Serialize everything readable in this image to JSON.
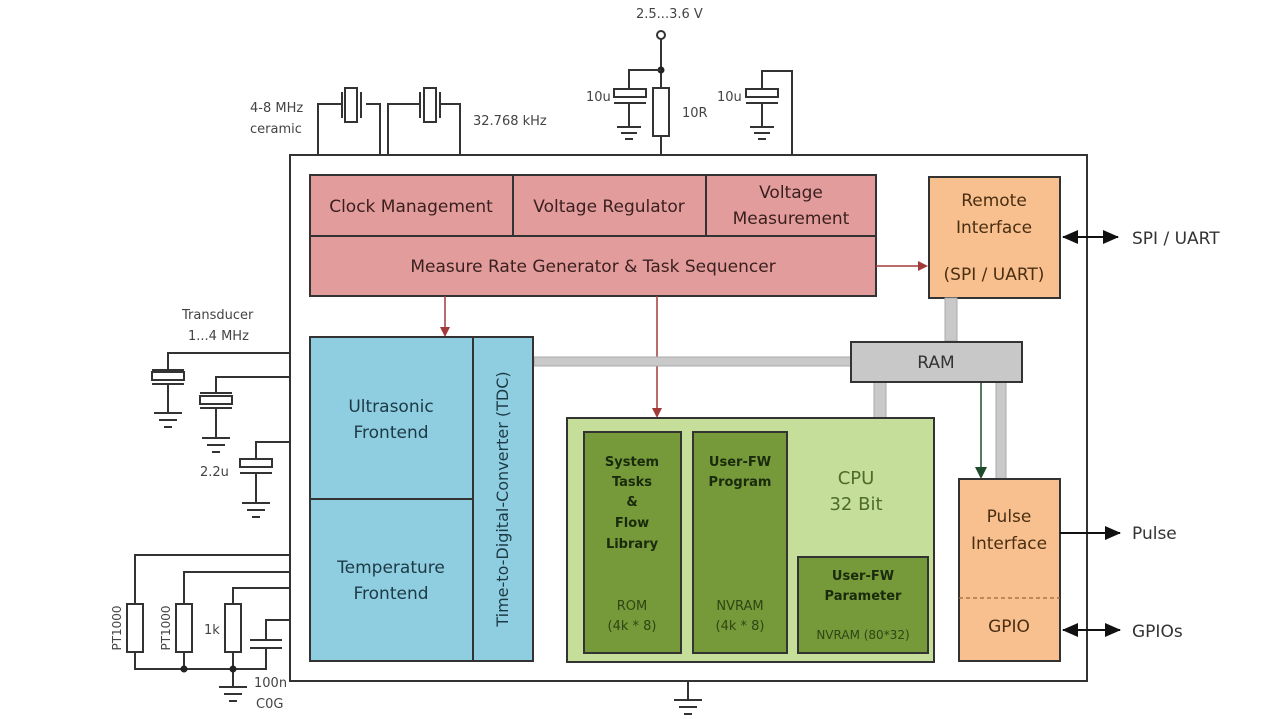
{
  "colors": {
    "control_fill": "#e39c9c",
    "frontend_fill": "#8fcde0",
    "cpu_fill": "#c5df9a",
    "memory_fill": "#76993a",
    "interface_fill": "#f8c08f",
    "ram_fill": "#c8c8c8",
    "control_arrow": "#a33a3a",
    "ram_arrow": "#1f4a2c",
    "bus": "#c9c9c9"
  },
  "external": {
    "supply_voltage": "2.5...3.6 V",
    "crystal_1_label_line1": "4-8 MHz",
    "crystal_1_label_line2": "ceramic",
    "crystal_2_label": "32.768 kHz",
    "cap_1_label": "10u",
    "resistor_label": "10R",
    "cap_2_label": "10u",
    "transducer_label_line1": "Transducer",
    "transducer_label_line2": "1...4 MHz",
    "transducer_cap_label": "2.2u",
    "pt1000_a": "PT1000",
    "pt1000_b": "PT1000",
    "ref_resistor": "1k",
    "temp_cap_line1": "100n",
    "temp_cap_line2": "C0G"
  },
  "blocks": {
    "clock_management": "Clock Management",
    "voltage_regulator": "Voltage Regulator",
    "voltage_measurement_line1": "Voltage",
    "voltage_measurement_line2": "Measurement",
    "task_sequencer": "Measure Rate Generator & Task Sequencer",
    "remote_interface_line1": "Remote",
    "remote_interface_line2": "Interface",
    "remote_interface_line3": "(SPI / UART)",
    "ultrasonic_line1": "Ultrasonic",
    "ultrasonic_line2": "Frontend",
    "temperature_line1": "Temperature",
    "temperature_line2": "Frontend",
    "tdc": "Time-to-Digital-Converter (TDC)",
    "ram": "RAM",
    "cpu_line1": "CPU",
    "cpu_line2": "32 Bit",
    "rom_title": [
      "System",
      "Tasks",
      "&",
      "Flow",
      "Library"
    ],
    "rom_size_line1": "ROM",
    "rom_size_line2": "(4k * 8)",
    "program_title": [
      "User-FW",
      "Program"
    ],
    "program_size_line1": "NVRAM",
    "program_size_line2": "(4k * 8)",
    "param_title": [
      "User-FW",
      "Parameter"
    ],
    "param_size": "NVRAM (80*32)",
    "pulse_interface_line1": "Pulse",
    "pulse_interface_line2": "Interface",
    "gpio": "GPIO"
  },
  "outputs": {
    "spi_uart": "SPI / UART",
    "pulse": "Pulse",
    "gpios": "GPIOs"
  }
}
